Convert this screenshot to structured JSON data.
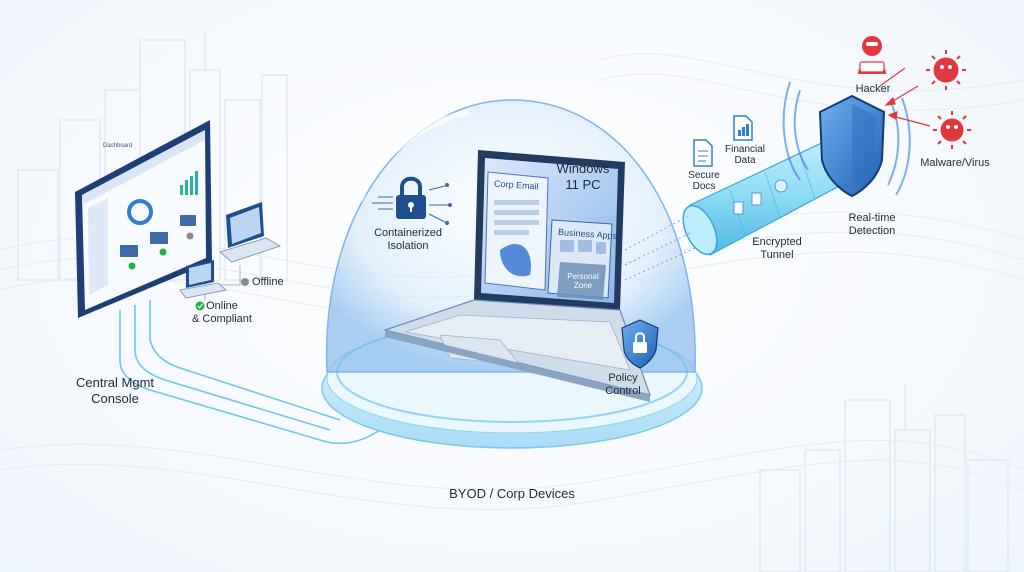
{
  "labels": {
    "console_line1": "Central Mgmt",
    "console_line2": "Console",
    "dashboard_title": "Dashboard",
    "online_line1": "Online",
    "online_line2": "& Compliant",
    "offline": "Offline",
    "containerized_line1": "Containerized",
    "containerized_line2": "Isolation",
    "windows_line1": "Windows",
    "windows_line2": "11 PC",
    "corp_email": "Corp Email",
    "business_apps": "Business Apps",
    "personal_line1": "Personal",
    "personal_line2": "Zone",
    "policy_line1": "Policy",
    "policy_line2": "Control",
    "byod": "BYOD / Corp Devices",
    "secure_line1": "Secure",
    "secure_line2": "Docs",
    "financial_line1": "Financial",
    "financial_line2": "Data",
    "tunnel_line1": "Encrypted",
    "tunnel_line2": "Tunnel",
    "hacker": "Hacker",
    "malware": "Malware/Virus",
    "detection_line1": "Real-time",
    "detection_line2": "Detection"
  },
  "icons": {
    "lock": "lock-icon",
    "shield": "shield-icon",
    "hacker": "hacker-icon",
    "virus": "virus-icon",
    "document": "document-icon",
    "financial": "financial-data-icon",
    "status_online": "check-circle-icon",
    "status_offline": "dot-icon"
  },
  "colors": {
    "accent": "#2f7fd8",
    "dark_blue": "#1f4f8f",
    "threat_red": "#e0383e",
    "online_green": "#26b04a",
    "offline_gray": "#8c8c8c",
    "tunnel_cyan": "#7fd7f2",
    "bubble": "#cfe6fb"
  }
}
